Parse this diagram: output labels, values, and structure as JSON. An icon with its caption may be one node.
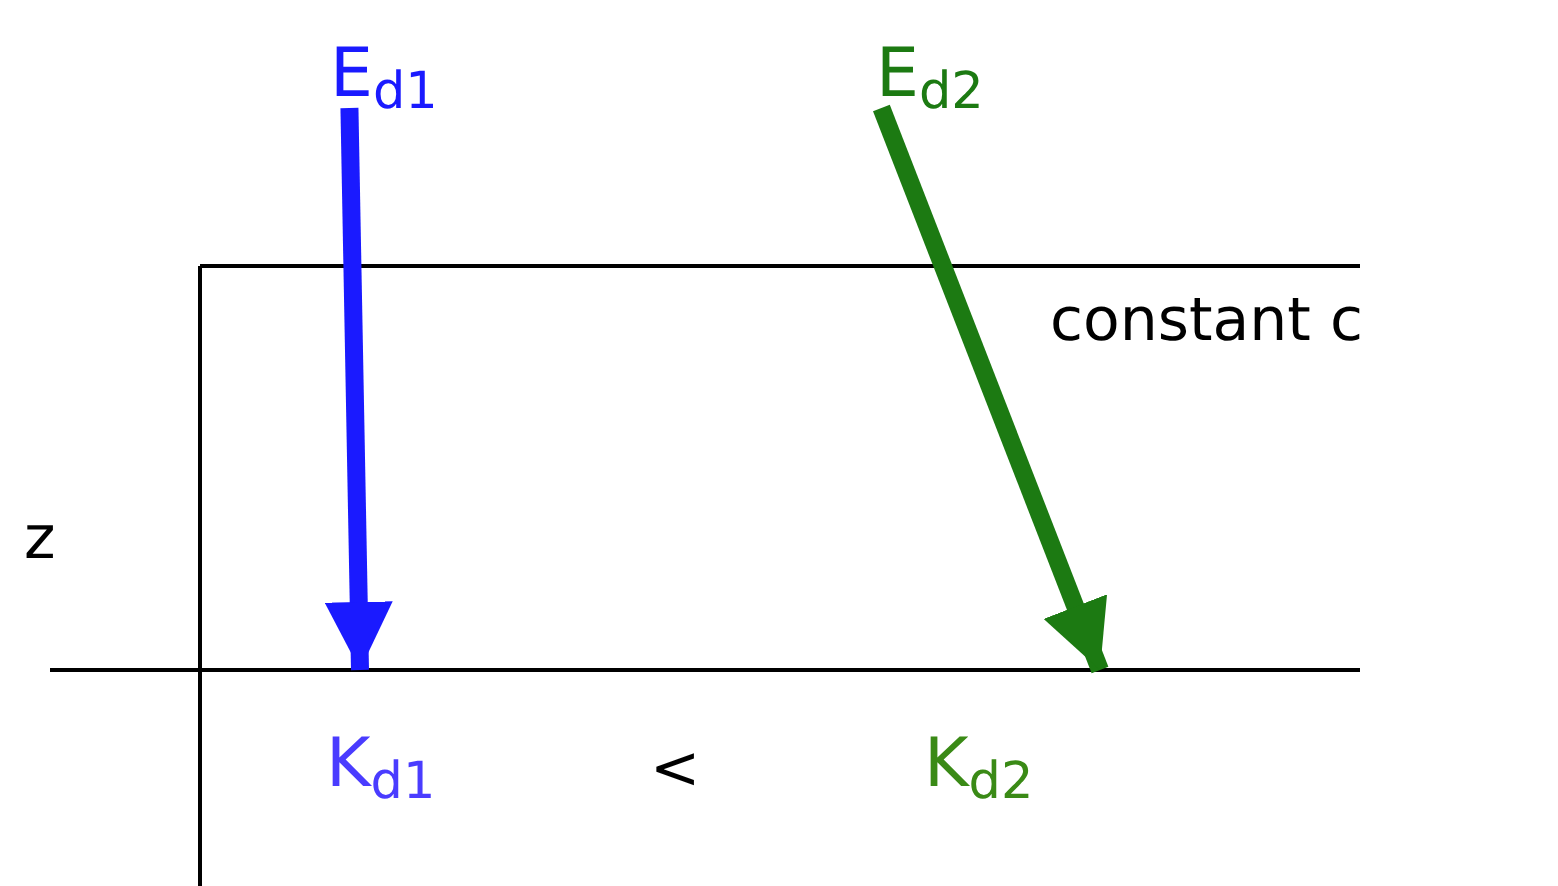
{
  "diagram": {
    "nodes": [
      {
        "text": [
          "E$_{d1}$"
        ]
      },
      {
        "text": [
          "E$_{d2}$"
        ]
      }
    ],
    "edges": [
      {
        "from": 0,
        "to": null,
        "arrow": "to",
        "color": "#1a1aff"
      },
      {
        "from": 1,
        "to": null,
        "arrow": "to",
        "color": "#1c7a12"
      }
    ],
    "labels": [
      "constant c",
      "z",
      "K$_{d1}$",
      "<",
      "K$_{d2}$"
    ]
  }
}
